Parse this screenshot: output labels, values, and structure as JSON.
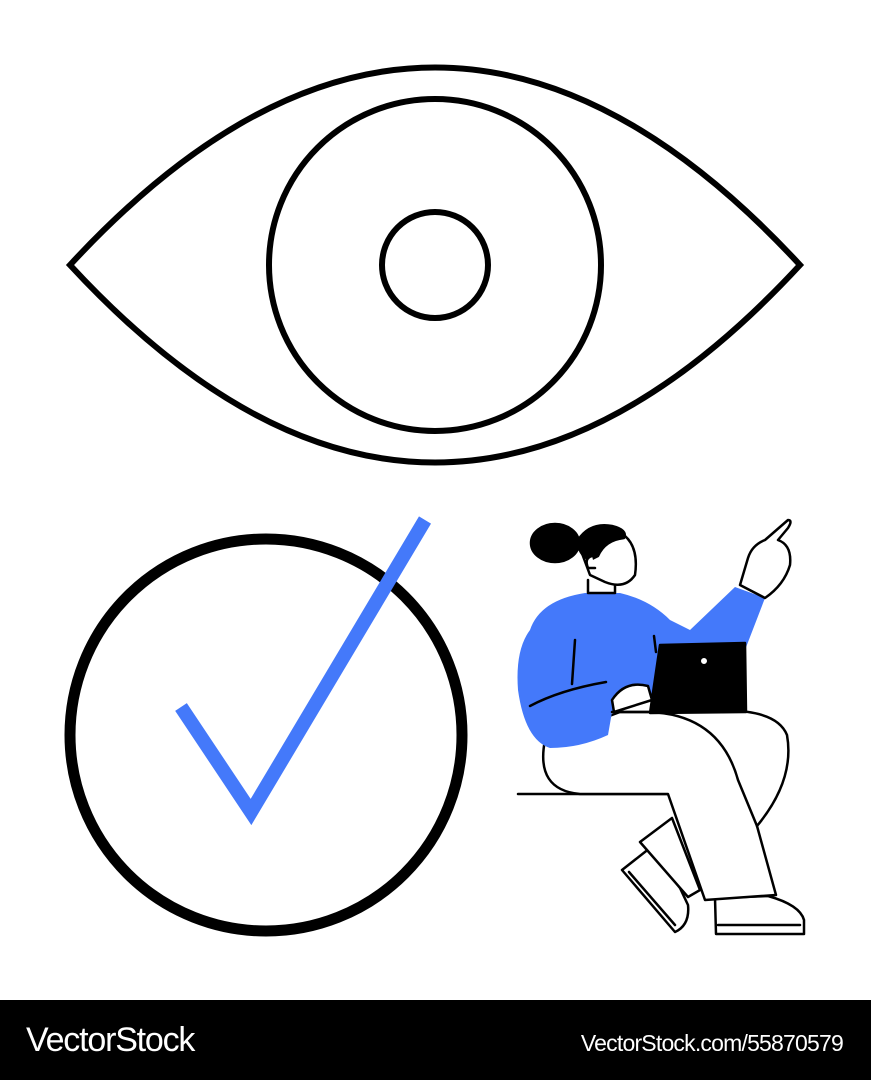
{
  "illustration": {
    "subject": "eye, check mark in circle, seated woman with laptop pointing up",
    "colors": {
      "accent": "#4479FA",
      "stroke": "#000000",
      "background": "#FFFFFF",
      "hair": "#000000",
      "laptop": "#000000"
    },
    "elements": {
      "eye": "eye-outline-icon",
      "check": "check-circle-icon",
      "person": "woman-with-laptop-pointing"
    }
  },
  "footer": {
    "brand": "VectorStock",
    "stock_id": "VectorStock.com/55870579",
    "background": "#000000",
    "text_color": "#FFFFFF"
  }
}
